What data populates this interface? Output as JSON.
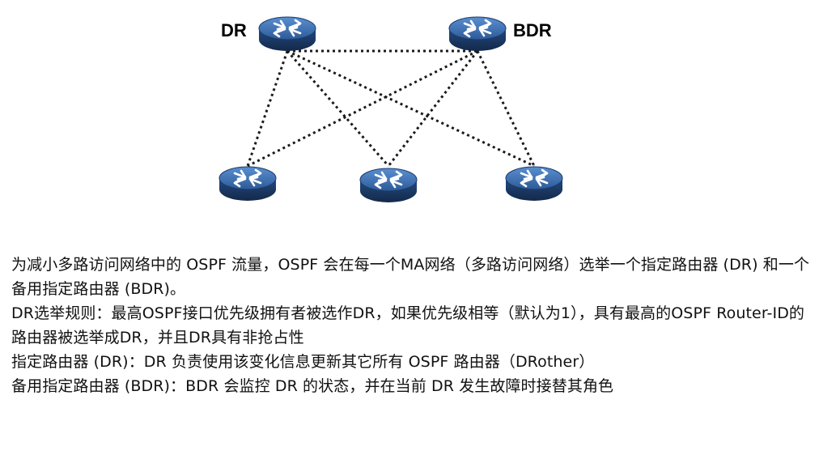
{
  "diagram": {
    "dr_label": "DR",
    "bdr_label": "BDR"
  },
  "text": {
    "p1": "为减小多路访问网络中的 OSPF 流量，OSPF 会在每一个MA网络（多路访问网络）选举一个指定路由器 (DR) 和一个备用指定路由器 (BDR)。",
    "p2": "DR选举规则：最高OSPF接口优先级拥有者被选作DR，如果优先级相等（默认为1），具有最高的OSPF Router-ID的路由器被选举成DR，并且DR具有非抢占性",
    "p3": "指定路由器 (DR)：DR 负责使用该变化信息更新其它所有 OSPF 路由器（DRother）",
    "p4": "备用指定路由器 (BDR)：BDR 会监控 DR 的状态，并在当前 DR 发生故障时接替其角色"
  },
  "colors": {
    "router_top": "#3a6fb0",
    "router_side": "#1f3f70",
    "link": "#1a1a1a"
  },
  "icons": {
    "router": "router-icon"
  }
}
